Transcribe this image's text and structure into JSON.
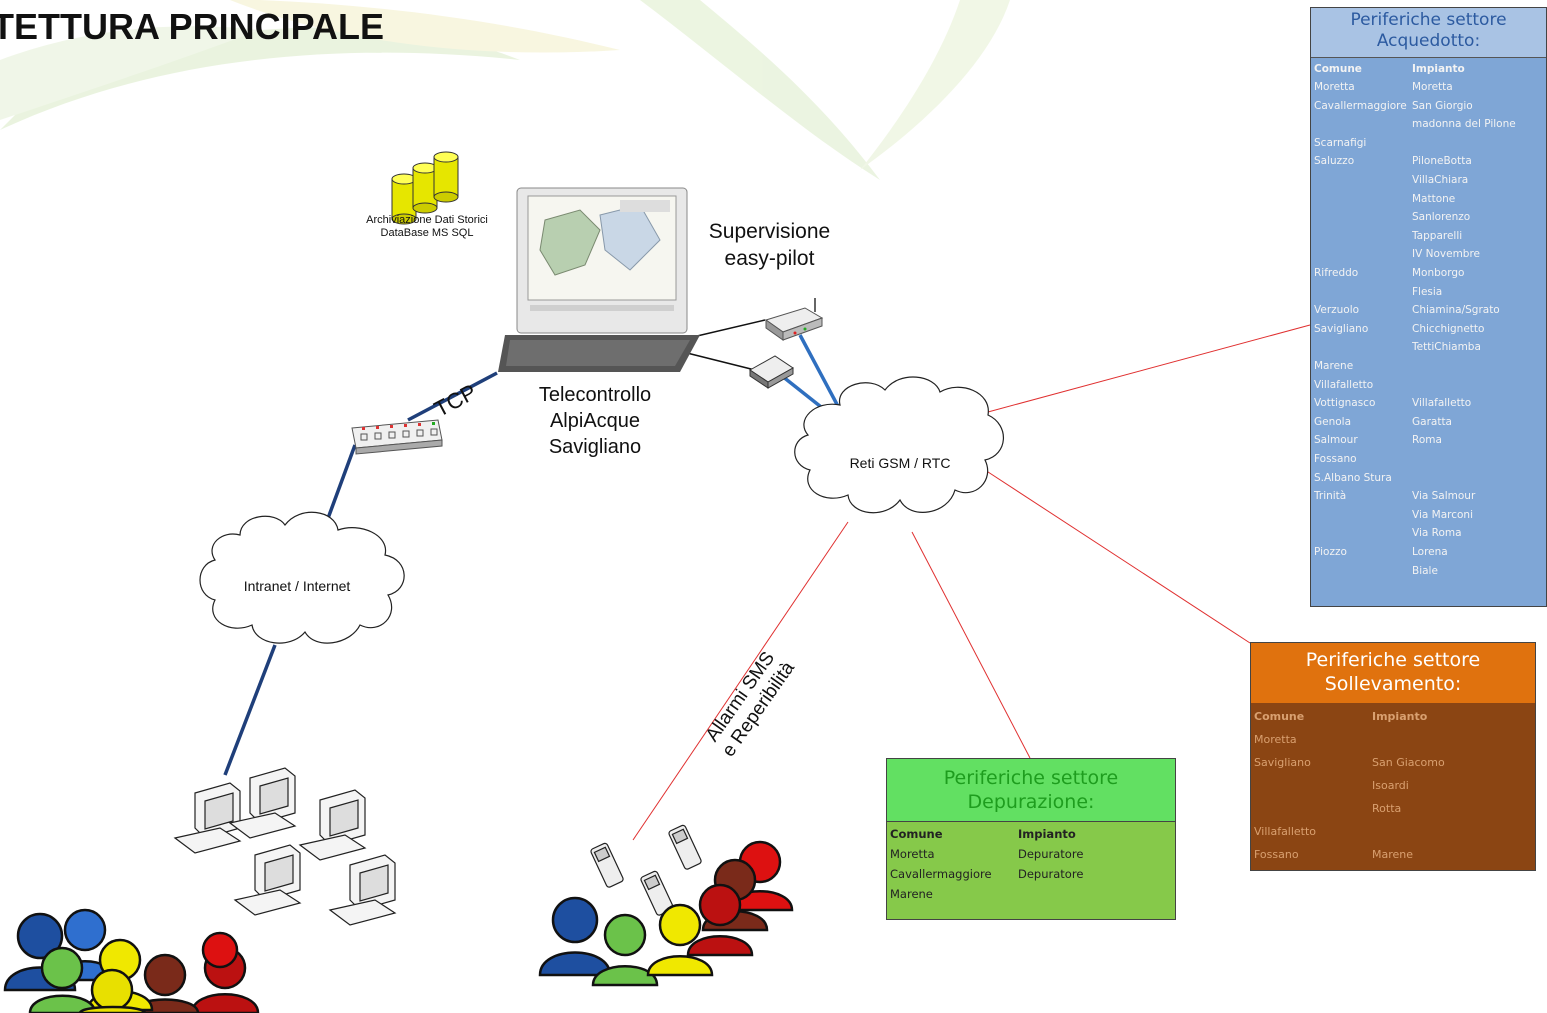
{
  "title": "TETTURA PRINCIPALE",
  "labels": {
    "archiviazione_line1": "Archiviazione Dati Storici",
    "archiviazione_line2": "DataBase MS SQL",
    "supervisione_line1": "Supervisione",
    "supervisione_line2": "easy-pilot",
    "telecontrollo_line1": "Telecontrollo",
    "telecontrollo_line2": "AlpiAcque",
    "telecontrollo_line3": "Savigliano",
    "tcp": "TCP",
    "reti": "Reti GSM / RTC",
    "intranet": "Intranet / Internet",
    "allarmi_line1": "Allarmi SMS",
    "allarmi_line2": "e Reperibilità"
  },
  "acquedotto": {
    "title_line1": "Periferiche settore",
    "title_line2": "Acquedotto:",
    "header": {
      "c1": "Comune",
      "c2": "Impianto"
    },
    "rows": [
      {
        "c1": "Moretta",
        "c2": "Moretta"
      },
      {
        "c1": "Cavallermaggiore",
        "c2": "San Giorgio"
      },
      {
        "c1": "",
        "c2": "madonna del Pilone"
      },
      {
        "c1": "Scarnafigi",
        "c2": ""
      },
      {
        "c1": "Saluzzo",
        "c2": "PiloneBotta"
      },
      {
        "c1": "",
        "c2": "VillaChiara"
      },
      {
        "c1": "",
        "c2": "Mattone"
      },
      {
        "c1": "",
        "c2": "Sanlorenzo"
      },
      {
        "c1": "",
        "c2": "Tapparelli"
      },
      {
        "c1": "",
        "c2": "IV Novembre"
      },
      {
        "c1": "Rifreddo",
        "c2": "Monborgo"
      },
      {
        "c1": "",
        "c2": "Flesia"
      },
      {
        "c1": "Verzuolo",
        "c2": "Chiamina/Sgrato"
      },
      {
        "c1": "Savigliano",
        "c2": "Chicchignetto"
      },
      {
        "c1": "",
        "c2": "TettiChiamba"
      },
      {
        "c1": "Marene",
        "c2": ""
      },
      {
        "c1": "Villafalletto",
        "c2": ""
      },
      {
        "c1": "Vottignasco",
        "c2": "Villafalletto"
      },
      {
        "c1": "Genola",
        "c2": "Garatta"
      },
      {
        "c1": "Salmour",
        "c2": "Roma"
      },
      {
        "c1": "Fossano",
        "c2": ""
      },
      {
        "c1": "S.Albano Stura",
        "c2": ""
      },
      {
        "c1": "Trinità",
        "c2": "Via Salmour"
      },
      {
        "c1": "",
        "c2": "Via Marconi"
      },
      {
        "c1": "",
        "c2": "Via Roma"
      },
      {
        "c1": "Piozzo",
        "c2": "Lorena"
      },
      {
        "c1": "",
        "c2": "Biale"
      }
    ]
  },
  "sollevamento": {
    "title_line1": "Periferiche settore",
    "title_line2": "Sollevamento:",
    "header": {
      "c1": "Comune",
      "c2": "Impianto"
    },
    "rows": [
      {
        "c1": "Moretta",
        "c2": ""
      },
      {
        "c1": "Savigliano",
        "c2": "San Giacomo"
      },
      {
        "c1": "",
        "c2": "Isoardi"
      },
      {
        "c1": "",
        "c2": "Rotta"
      },
      {
        "c1": "Villafalletto",
        "c2": ""
      },
      {
        "c1": "Fossano",
        "c2": "Marene"
      }
    ]
  },
  "depurazione": {
    "title_line1": "Periferiche settore",
    "title_line2": "Depurazione:",
    "header": {
      "c1": "Comune",
      "c2": "Impianto"
    },
    "rows": [
      {
        "c1": "Moretta",
        "c2": "Depuratore"
      },
      {
        "c1": "Cavallermaggiore",
        "c2": "Depuratore"
      },
      {
        "c1": "Marene",
        "c2": ""
      }
    ]
  },
  "colors": {
    "link_blue": "#2f6fbf",
    "link_dark": "#1f3f7a",
    "red_line": "#e03030",
    "acq_bg": "#7fa6d6",
    "sol_bg": "#8b4513",
    "dep_bg": "#86c94a"
  }
}
